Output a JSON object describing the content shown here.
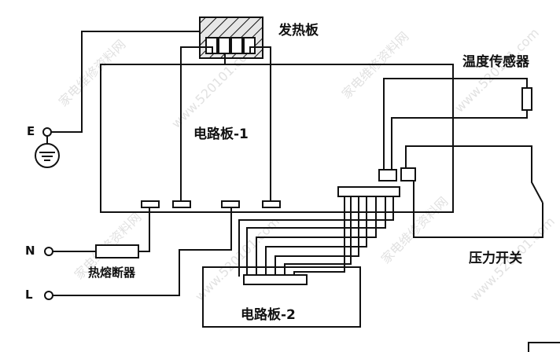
{
  "labels": {
    "heater": "发热板",
    "temp_sensor": "温度传感器",
    "board1": "电路板-1",
    "board2": "电路板-2",
    "pressure_switch": "压力开关",
    "fuse": "热熔断器",
    "terminal_e": "E",
    "terminal_n": "N",
    "terminal_l": "L"
  },
  "watermarks": [
    "家电维修资料网",
    "www.520101.com"
  ],
  "colors": {
    "line": "#111111",
    "heater_fill": "#cfcfcf",
    "background": "#ffffff"
  }
}
